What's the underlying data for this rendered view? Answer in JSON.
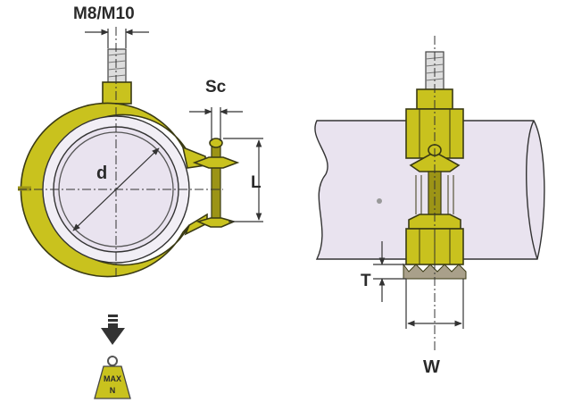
{
  "labels": {
    "thread": "M8/M10",
    "sc": "Sc",
    "diameter": "d",
    "length": "L",
    "thickness": "T",
    "width": "W",
    "weight_line1": "MAX",
    "weight_line2": "N"
  },
  "colors": {
    "brass": "#c9c21e",
    "pipe": "#e9e3ef",
    "rubber": "#f1eef5"
  }
}
